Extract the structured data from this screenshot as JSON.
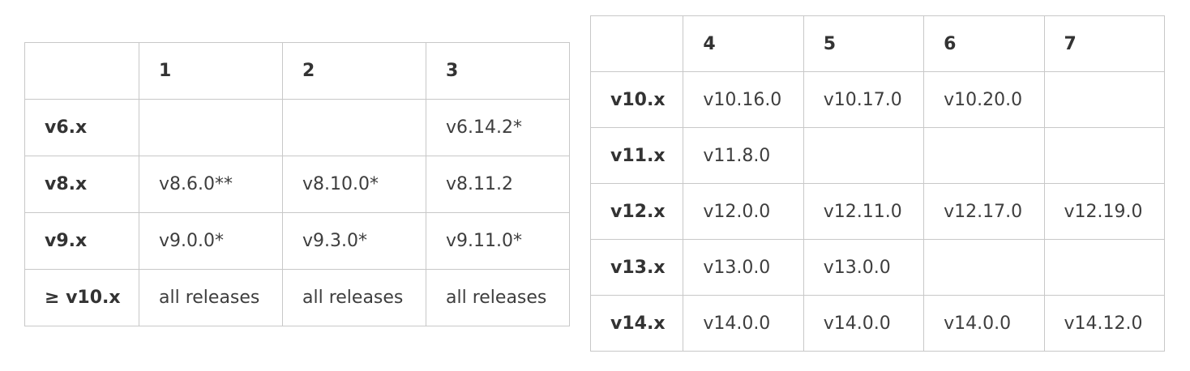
{
  "tables": [
    {
      "header": [
        "",
        "1",
        "2",
        "3"
      ],
      "rows": [
        {
          "label": "v6.x",
          "cells": [
            "",
            "",
            "v6.14.2*"
          ]
        },
        {
          "label": "v8.x",
          "cells": [
            "v8.6.0**",
            "v8.10.0*",
            "v8.11.2"
          ]
        },
        {
          "label": "v9.x",
          "cells": [
            "v9.0.0*",
            "v9.3.0*",
            "v9.11.0*"
          ]
        },
        {
          "label": "≥ v10.x",
          "cells": [
            "all releases",
            "all releases",
            "all releases"
          ]
        }
      ]
    },
    {
      "header": [
        "",
        "4",
        "5",
        "6",
        "7"
      ],
      "rows": [
        {
          "label": "v10.x",
          "cells": [
            "v10.16.0",
            "v10.17.0",
            "v10.20.0",
            ""
          ]
        },
        {
          "label": "v11.x",
          "cells": [
            "v11.8.0",
            "",
            "",
            ""
          ]
        },
        {
          "label": "v12.x",
          "cells": [
            "v12.0.0",
            "v12.11.0",
            "v12.17.0",
            "v12.19.0"
          ]
        },
        {
          "label": "v13.x",
          "cells": [
            "v13.0.0",
            "v13.0.0",
            "",
            ""
          ]
        },
        {
          "label": "v14.x",
          "cells": [
            "v14.0.0",
            "v14.0.0",
            "v14.0.0",
            "v14.12.0"
          ]
        }
      ]
    }
  ]
}
